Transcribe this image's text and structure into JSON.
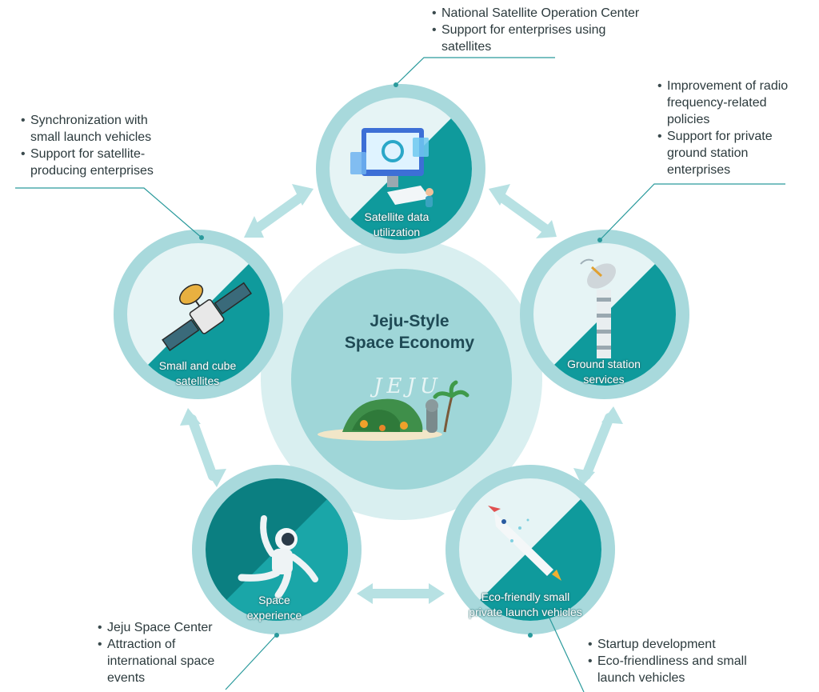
{
  "center": {
    "title_line1": "Jeju-Style",
    "title_line2": "Space Economy",
    "emblem_text": "JEJU"
  },
  "nodes": [
    {
      "id": "satellite-data",
      "label_line1": "Satellite data",
      "label_line2": "utilization",
      "icon": "computer-monitor-icon"
    },
    {
      "id": "ground-station",
      "label_line1": "Ground station",
      "label_line2": "services",
      "icon": "satellite-dish-tower-icon"
    },
    {
      "id": "launch-vehicles",
      "label_line1": "Eco-friendly small",
      "label_line2": "private launch vehicles",
      "icon": "rocket-icon"
    },
    {
      "id": "space-experience",
      "label_line1": "Space",
      "label_line2": "experience",
      "icon": "astronaut-icon"
    },
    {
      "id": "small-satellites",
      "label_line1": "Small and cube",
      "label_line2": "satellites",
      "icon": "satellite-icon"
    }
  ],
  "notes": {
    "satellite_data": [
      "National Satellite Operation Center",
      "Support for enterprises using satellites"
    ],
    "ground_station": [
      "Improvement of radio frequency-related policies",
      "Support for private ground station enterprises"
    ],
    "launch_vehicles": [
      "Startup development",
      "Eco-friendliness and small launch vehicles"
    ],
    "space_experience": [
      "Jeju Space Center",
      "Attraction of international space events"
    ],
    "small_satellites": [
      "Synchronization with small launch vehicles",
      "Support for satellite-producing enterprises"
    ]
  },
  "colors": {
    "ring_outer": "#a8d9dc",
    "disc_light": "#e6f4f5",
    "teal": "#0f9a9c",
    "teal_dark": "#0b7f81",
    "center_disc": "#9fd6d8",
    "center_halo": "#d9eff0",
    "arrow": "#b7e1e3",
    "leader_line": "#2a9a9c"
  }
}
